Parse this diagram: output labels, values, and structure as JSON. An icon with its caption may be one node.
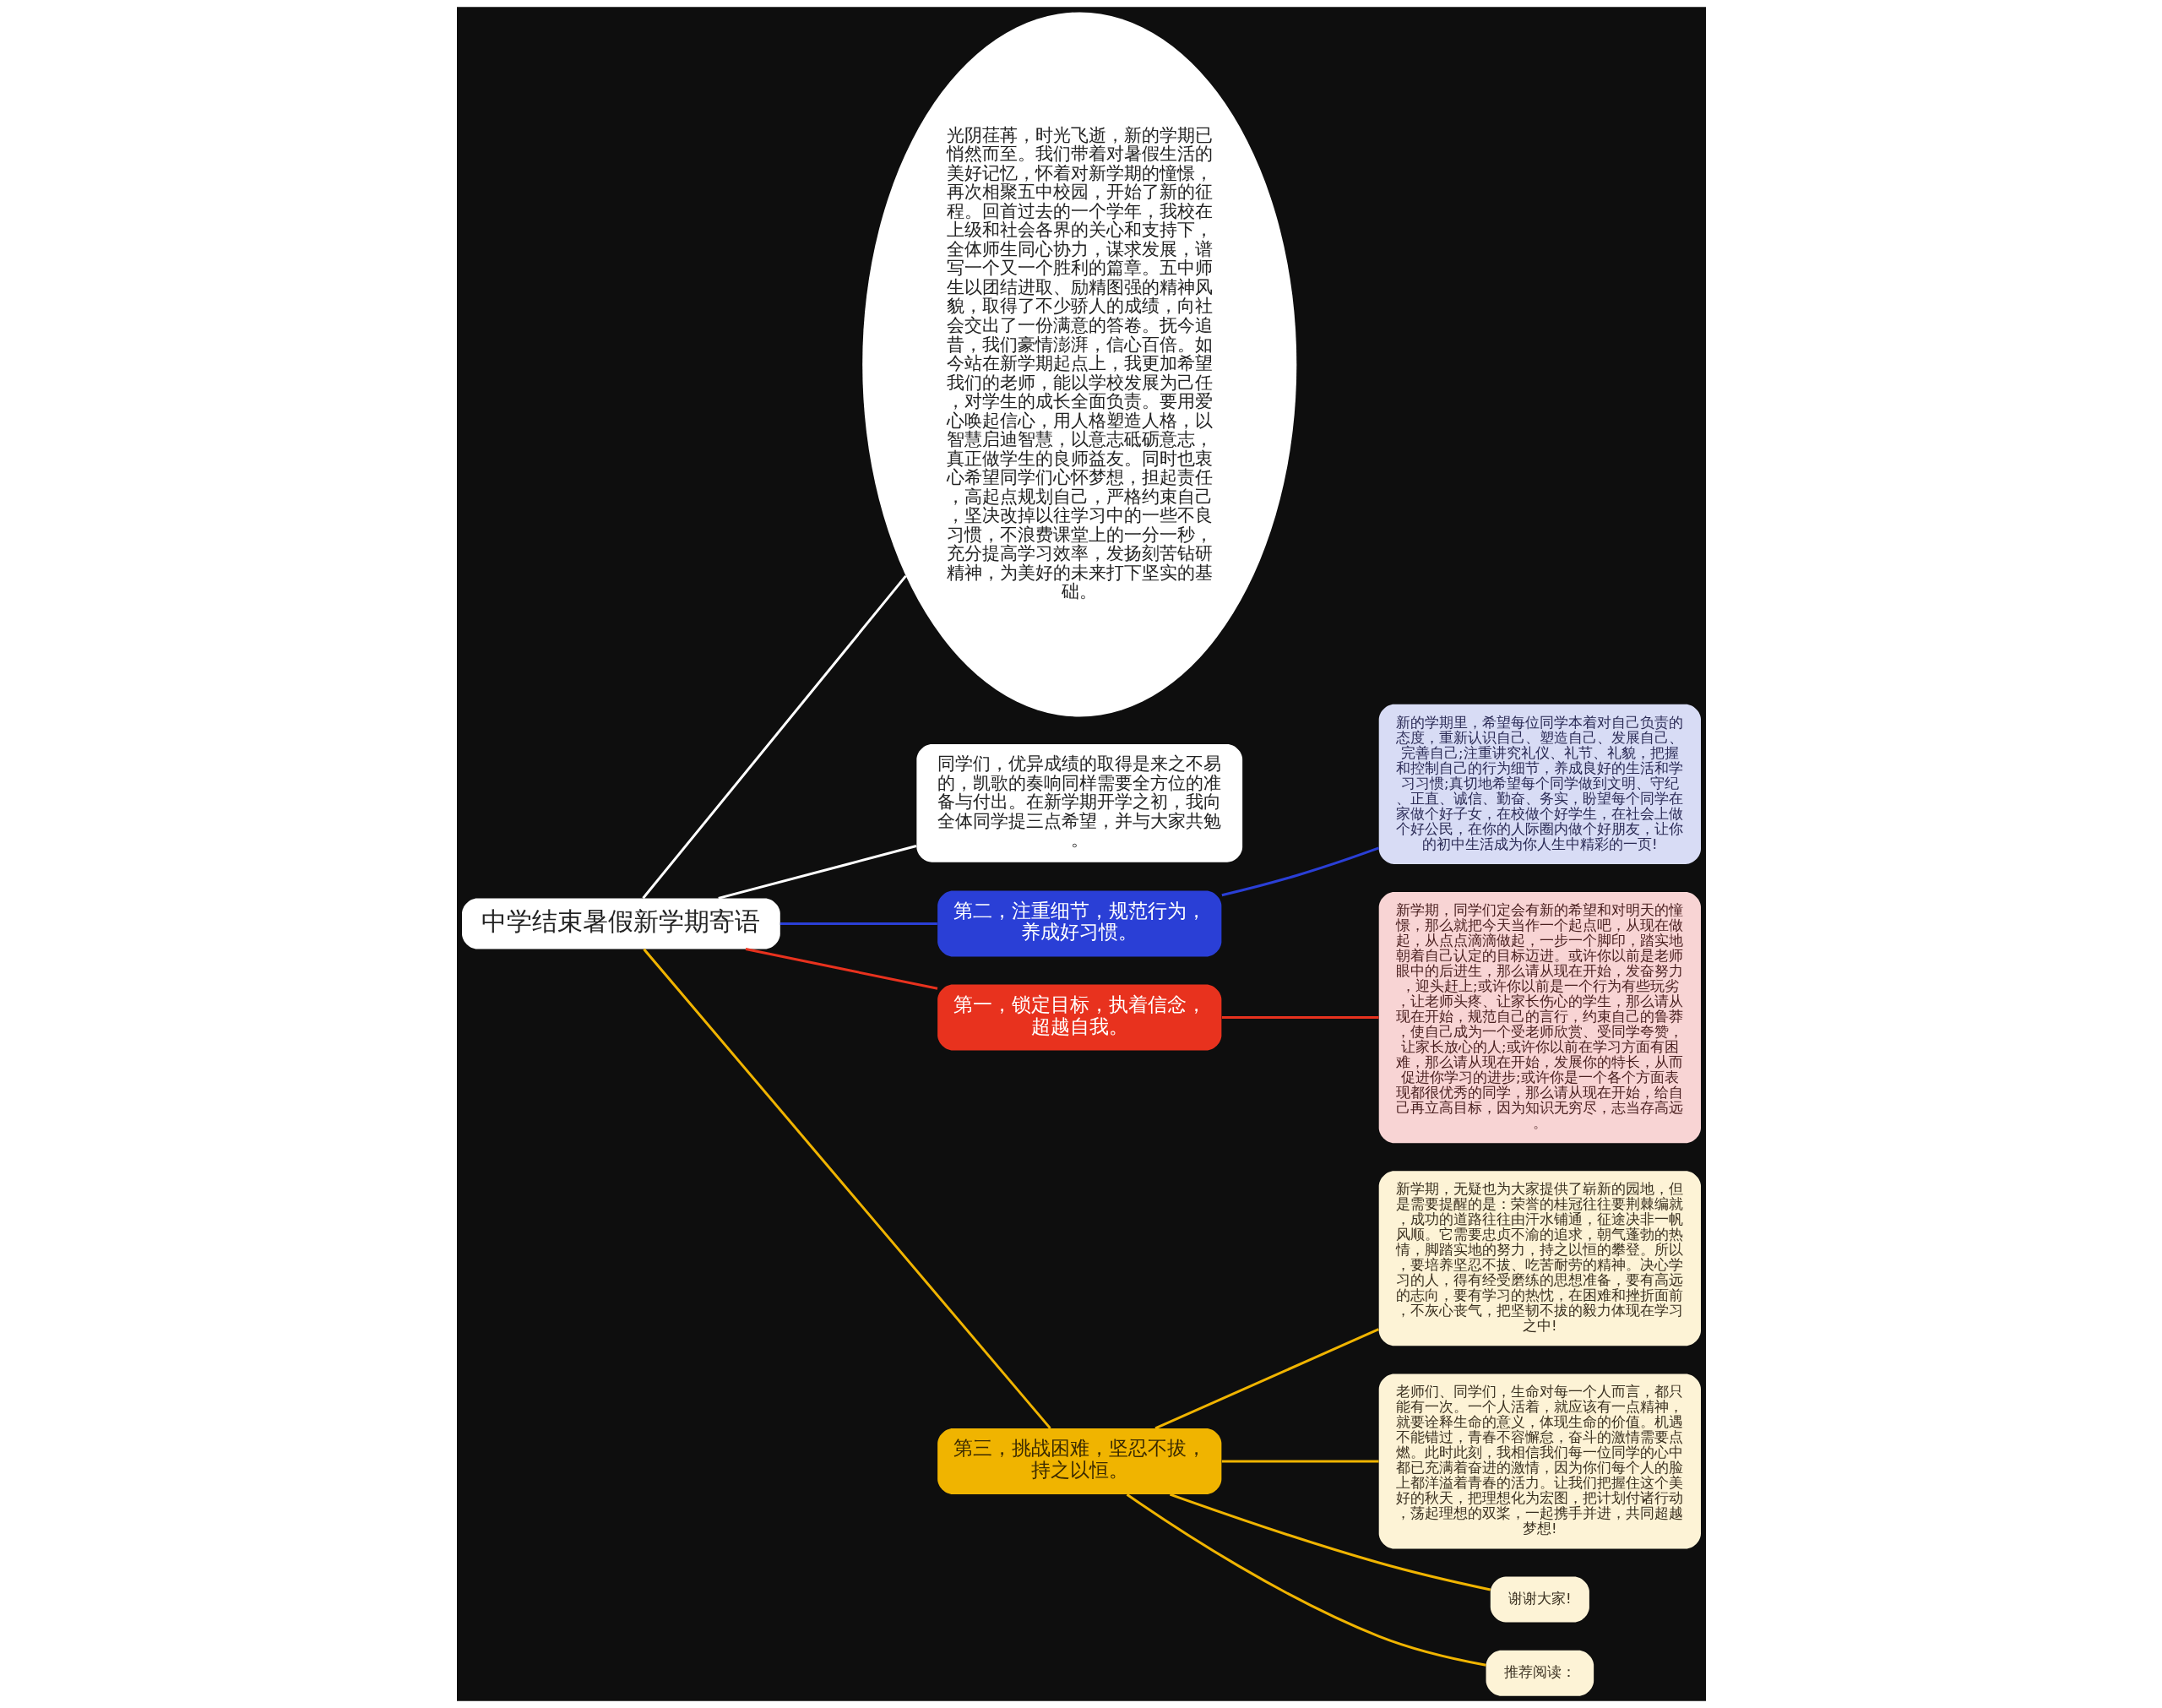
{
  "diagram": {
    "nodes": [
      {
        "text": [
          "中学结束暑假新学期寄语"
        ]
      },
      {
        "text": [
          "光阴荏苒，时光飞逝，新的学期已悄然而至。我们带着对暑假生活的美好记忆，怀着对新学期的憧憬，再次相聚五中校园，开始了新的征程。回首过去的一个学年，我校在上级和社会各界的关心和支持下，全体师生同心协力，谋求发展，谱写一个又一个胜利的篇章。五中师生以团结进取、励精图强的精神风貌，取得了不少骄人的成绩，向社会交出了一份满意的答卷。抚今追昔，我们豪情澎湃，信心百倍。如今站在新学期起点上，我更加希望我们的老师，能以学校发展为己任，对学生的成长全面负责。要用爱心唤起信心，用人格塑造人格，以智慧启迪智慧，以意志砥砺意志，真正做学生的良师益友。同时也衷心希望同学们心怀梦想，担起责任，高起点规划自己，严格约束自己，坚决改掉以往学习中的一些不良习惯，不浪费课堂上的一分一秒，充分提高学习效率，发扬刻苦钻研精神，为美好的未来打下坚实的基础。"
        ]
      },
      {
        "text": [
          "同学们，优异成绩的取得是来之不易的，凯歌的奏响同样需要全方位的准备与付出。在新学期开学之初，我向全体同学提三点希望，并与大家共勉。"
        ]
      },
      {
        "text": [
          "第二，注重细节，规范行为，养成好习惯。"
        ]
      },
      {
        "text": [
          "新的学期里，希望每位同学本着对自己负责的态度，重新认识自己、塑造自己、发展自己、完善自己;注重讲究礼仪、礼节、礼貌，把握和控制自己的行为细节，养成良好的生活和学习习惯;真切地希望每个同学做到文明、守纪、正直、诚信、勤奋、务实，盼望每个同学在家做个好子女，在校做个好学生，在社会上做个好公民，在你的人际圈内做个好朋友，让你的初中生活成为你人生中精彩的一页!"
        ]
      },
      {
        "text": [
          "第一，锁定目标，执着信念，超越自我。"
        ]
      },
      {
        "text": [
          "新学期，同学们定会有新的希望和对明天的憧憬，那么就把今天当作一个起点吧，从现在做起，从点点滴滴做起，一步一个脚印，踏实地朝着自己认定的目标迈进。或许你以前是老师眼中的后进生，那么请从现在开始，发奋努力，迎头赶上;或许你以前是一个行为有些玩劣，让老师头疼、让家长伤心的学生，那么请从现在开始，规范自己的言行，约束自己的鲁莽，使自己成为一个受老师欣赏、受同学夸赞，让家长放心的人;或许你以前在学习方面有困难，那么请从现在开始，发展你的特长，从而促进你学习的进步;或许你是一个各个方面表现都很优秀的同学，那么请从现在开始，给自己再立高目标，因为知识无穷尽，志当存高远。"
        ]
      },
      {
        "text": [
          "第三，挑战困难，坚忍不拔，持之以恒。"
        ]
      },
      {
        "text": [
          "新学期，无疑也为大家提供了崭新的园地，但是需要提醒的是：荣誉的桂冠往往要荆棘编就，成功的道路往往由汗水铺通，征途决非一帆风顺。它需要忠贞不渝的追求，朝气蓬勃的热情，脚踏实地的努力，持之以恒的攀登。所以，要培养坚忍不拔、吃苦耐劳的精神。决心学习的人，得有经受磨练的思想准备，要有高远的志向，要有学习的热忱，在困难和挫折面前，不灰心丧气，把坚韧不拔的毅力体现在学习之中!"
        ]
      },
      {
        "text": [
          "老师们、同学们，生命对每一个人而言，都只能有一次。一个人活着，就应该有一点精神，就要诠释生命的意义，体现生命的价值。机遇不能错过，青春不容懈怠，奋斗的激情需要点燃。此时此刻，我相信我们每一位同学的心中都已充满着奋进的激情，因为你们每个人的脸上都洋溢着青春的活力。让我们把握住这个美好的秋天，把理想化为宏图，把计划付诸行动，荡起理想的双桨，一起携手并进，共同超越梦想!"
        ]
      },
      {
        "text": [
          "谢谢大家!"
        ]
      },
      {
        "text": [
          "推荐阅读："
        ]
      }
    ],
    "edges": [
      {
        "from": 0,
        "to": 1,
        "arrow": "none",
        "color": "#ffffff"
      },
      {
        "from": 0,
        "to": 2,
        "arrow": "none",
        "color": "#ffffff"
      },
      {
        "from": 0,
        "to": 3,
        "arrow": "none",
        "color": "#2a3fd6"
      },
      {
        "from": 3,
        "to": 4,
        "arrow": "none",
        "color": "#2a3fd6"
      },
      {
        "from": 0,
        "to": 5,
        "arrow": "none",
        "color": "#e8321e"
      },
      {
        "from": 5,
        "to": 6,
        "arrow": "none",
        "color": "#e8321e"
      },
      {
        "from": 0,
        "to": 7,
        "arrow": "none",
        "color": "#f0b400"
      },
      {
        "from": 7,
        "to": 8,
        "arrow": "none",
        "color": "#f0b400"
      },
      {
        "from": 7,
        "to": 9,
        "arrow": "none",
        "color": "#f0b400"
      },
      {
        "from": 7,
        "to": 10,
        "arrow": "none",
        "color": "#f0b400"
      },
      {
        "from": 7,
        "to": 11,
        "arrow": "none",
        "color": "#f0b400"
      }
    ]
  }
}
